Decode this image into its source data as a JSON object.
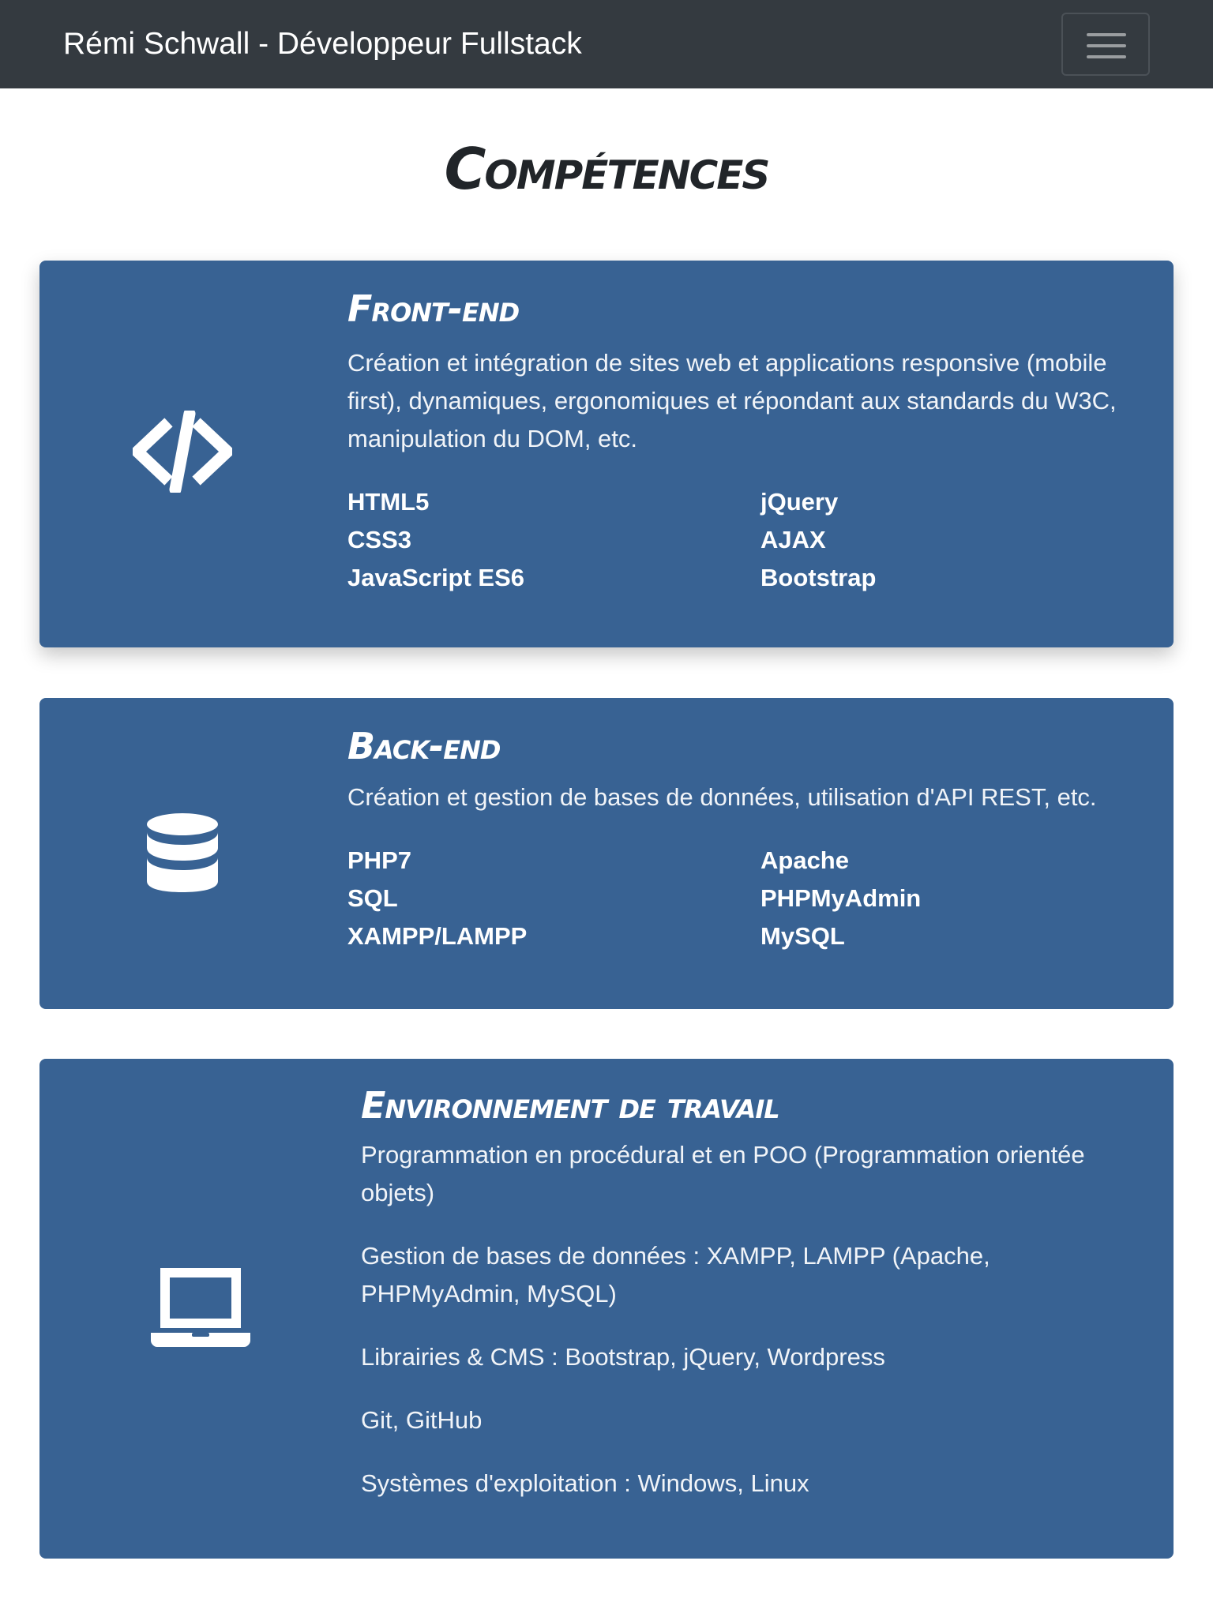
{
  "navbar": {
    "brand": "Rémi Schwall - Développeur Fullstack",
    "toggle_icon": "hamburger-menu-icon"
  },
  "section": {
    "title": "Compétences"
  },
  "cards": {
    "frontend": {
      "icon": "code-icon",
      "title": "Front-end",
      "description": "Création et intégration de sites web et applications responsive (mobile first), dynamiques, ergonomiques et répondant aux standards du W3C, manipulation du DOM, etc.",
      "skills_left": [
        "HTML5",
        "CSS3",
        "JavaScript ES6"
      ],
      "skills_right": [
        "jQuery",
        "AJAX",
        "Bootstrap"
      ]
    },
    "backend": {
      "icon": "database-icon",
      "title": "Back-end",
      "description": "Création et gestion de bases de données, utilisation d'API REST, etc.",
      "skills_left": [
        "PHP7",
        "SQL",
        "XAMPP/LAMPP"
      ],
      "skills_right": [
        "Apache",
        "PHPMyAdmin",
        "MySQL"
      ]
    },
    "environment": {
      "icon": "laptop-icon",
      "title": "Environnement de travail",
      "lines": [
        "Programmation en procédural et en POO (Programmation orientée objets)",
        "Gestion de bases de données : XAMPP, LAMPP (Apache, PHPMyAdmin, MySQL)",
        "Librairies & CMS : Bootstrap, jQuery, Wordpress",
        "Git, GitHub",
        "Systèmes d'exploitation : Windows, Linux"
      ]
    }
  },
  "colors": {
    "navbar_bg": "#343a40",
    "card_bg": "#386293",
    "text_on_card": "#ffffff",
    "heading": "#212529"
  }
}
